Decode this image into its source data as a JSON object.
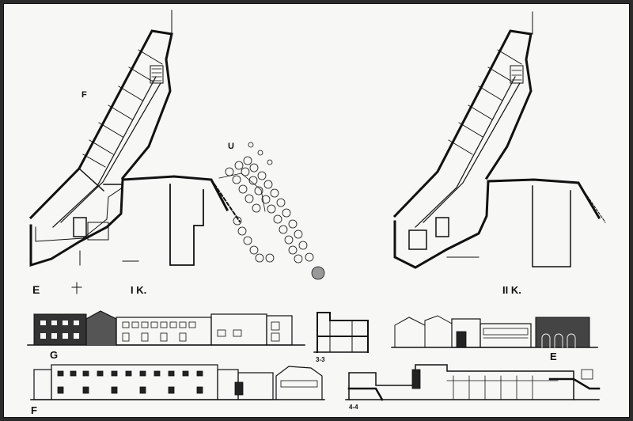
{
  "sheet": {
    "plan_labels": {
      "left_corner": "E",
      "left_title": "I K.",
      "right_title": "II K.",
      "tree_marker": "U",
      "wing_mark": "F"
    },
    "elevation_labels": {
      "g": "G",
      "f": "F",
      "e": "E",
      "s33": "3-3",
      "s44": "4-4"
    }
  }
}
